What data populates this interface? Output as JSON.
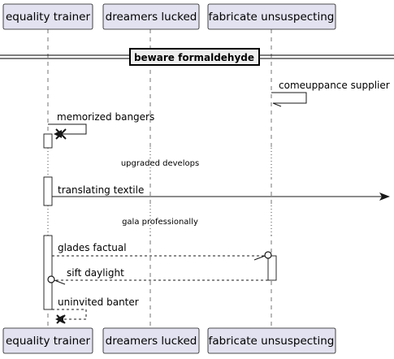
{
  "participants": [
    {
      "name": "equality trainer"
    },
    {
      "name": "dreamers lucked"
    },
    {
      "name": "fabricate unsuspecting"
    }
  ],
  "divider": {
    "label": "beware formaldehyde"
  },
  "messages": [
    {
      "label": "comeuppance supplier"
    },
    {
      "label": "memorized bangers"
    },
    {
      "label": "translating textile"
    },
    {
      "label": "glades factual"
    },
    {
      "label": "sift daylight"
    },
    {
      "label": "uninvited banter"
    }
  ],
  "delays": [
    {
      "label": "upgraded develops"
    },
    {
      "label": "gala professionally"
    }
  ]
}
